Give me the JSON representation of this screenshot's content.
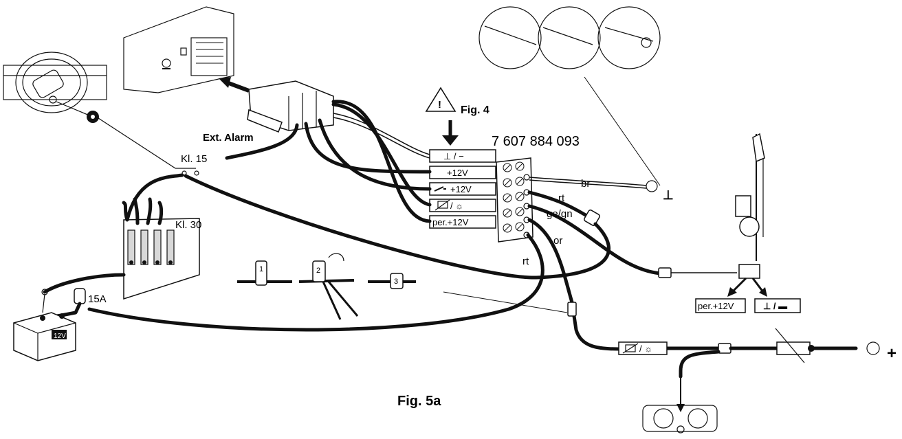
{
  "figure": {
    "caption": "Fig. 5a",
    "part_number": "7 607 884 093",
    "warning_ref": "Fig. 4",
    "warning_symbol": "!",
    "ext_alarm": "Ext. Alarm",
    "kl15": "Kl. 15",
    "kl30": "Kl. 30",
    "fuse": "15A",
    "battery": "12V",
    "plus_terminal": "+",
    "ground_symbol": "⊥",
    "terminals": [
      "⊥ / −",
      "+12V",
      "+12V",
      "/ ☼",
      "per.+12V"
    ],
    "wire_colors": {
      "br": "br",
      "rt1": "rt",
      "gegn": "ge/gn",
      "or": "or",
      "rt2": "rt"
    },
    "antenna_labels": {
      "per": "per.+12V",
      "gnd": "⊥ / ▬"
    },
    "dimmer_label": "/ ☼",
    "crimp_steps": [
      "1",
      "2",
      "3"
    ]
  },
  "colors": {
    "line": "#111111",
    "background": "#ffffff"
  }
}
